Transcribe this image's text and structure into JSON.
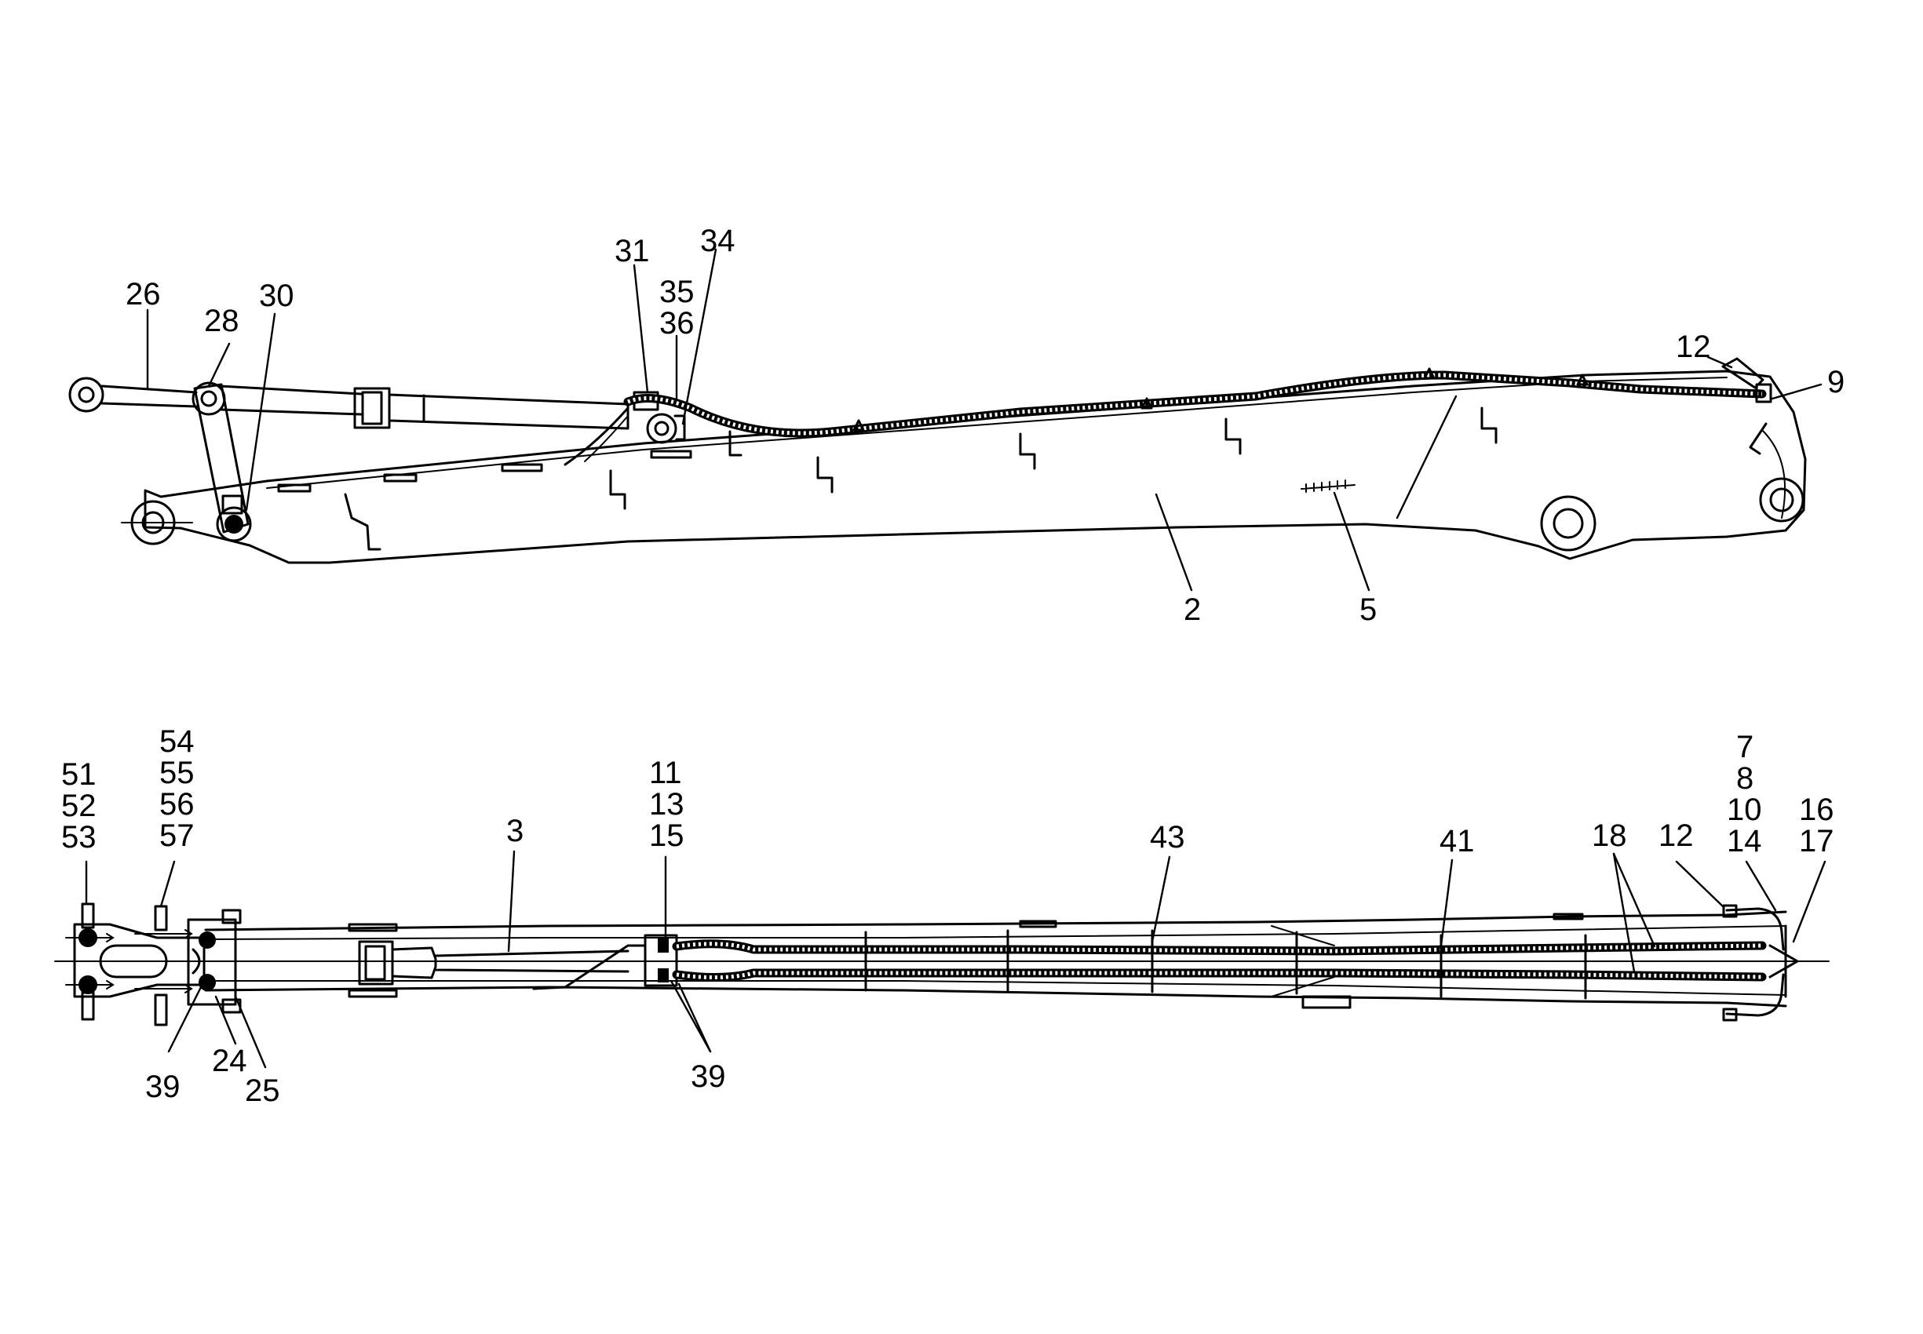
{
  "side_view_labels": [
    {
      "id": "lbl-26",
      "text": "26"
    },
    {
      "id": "lbl-28",
      "text": "28"
    },
    {
      "id": "lbl-30",
      "text": "30"
    },
    {
      "id": "lbl-31",
      "text": "31"
    },
    {
      "id": "lbl-34",
      "text": "34"
    },
    {
      "id": "lbl-35",
      "text": "35"
    },
    {
      "id": "lbl-36",
      "text": "36"
    },
    {
      "id": "lbl-12a",
      "text": "12"
    },
    {
      "id": "lbl-9",
      "text": "9"
    },
    {
      "id": "lbl-2",
      "text": "2"
    },
    {
      "id": "lbl-5",
      "text": "5"
    }
  ],
  "top_view_labels": [
    {
      "id": "lbl-51",
      "text": "51"
    },
    {
      "id": "lbl-52",
      "text": "52"
    },
    {
      "id": "lbl-53",
      "text": "53"
    },
    {
      "id": "lbl-54",
      "text": "54"
    },
    {
      "id": "lbl-55",
      "text": "55"
    },
    {
      "id": "lbl-56",
      "text": "56"
    },
    {
      "id": "lbl-57",
      "text": "57"
    },
    {
      "id": "lbl-3",
      "text": "3"
    },
    {
      "id": "lbl-11",
      "text": "11"
    },
    {
      "id": "lbl-13",
      "text": "13"
    },
    {
      "id": "lbl-15",
      "text": "15"
    },
    {
      "id": "lbl-43",
      "text": "43"
    },
    {
      "id": "lbl-41",
      "text": "41"
    },
    {
      "id": "lbl-18",
      "text": "18"
    },
    {
      "id": "lbl-12b",
      "text": "12"
    },
    {
      "id": "lbl-7",
      "text": "7"
    },
    {
      "id": "lbl-8",
      "text": "8"
    },
    {
      "id": "lbl-10",
      "text": "10"
    },
    {
      "id": "lbl-14",
      "text": "14"
    },
    {
      "id": "lbl-16",
      "text": "16"
    },
    {
      "id": "lbl-17",
      "text": "17"
    },
    {
      "id": "lbl-39a",
      "text": "39"
    },
    {
      "id": "lbl-24",
      "text": "24"
    },
    {
      "id": "lbl-25",
      "text": "25"
    },
    {
      "id": "lbl-39b",
      "text": "39"
    }
  ]
}
